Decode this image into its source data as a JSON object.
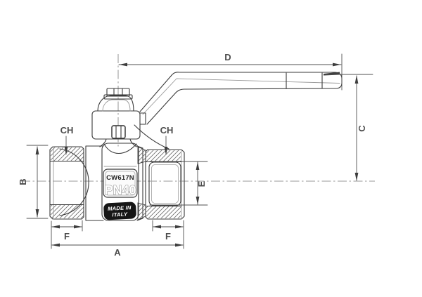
{
  "drawing": {
    "type": "ball-valve technical dimension drawing",
    "dimensions": {
      "total_length": "A",
      "body_height": "B",
      "handle_height": "C",
      "handle_length": "D",
      "bore_height": "E",
      "thread_length_left": "F",
      "thread_length_right": "F",
      "wrench_flat_left": "CH",
      "wrench_flat_right": "CH"
    },
    "markings": {
      "alloy": "CW617N",
      "pressure_rating": "PN40",
      "origin_line1": "MADE IN",
      "origin_line2": "ITALY"
    },
    "colors": {
      "line": "#3a3a3a",
      "dimension": "#4f4f4f",
      "label": "#4d4d4d",
      "origin_plate": "#161616",
      "background": "#ffffff"
    }
  }
}
